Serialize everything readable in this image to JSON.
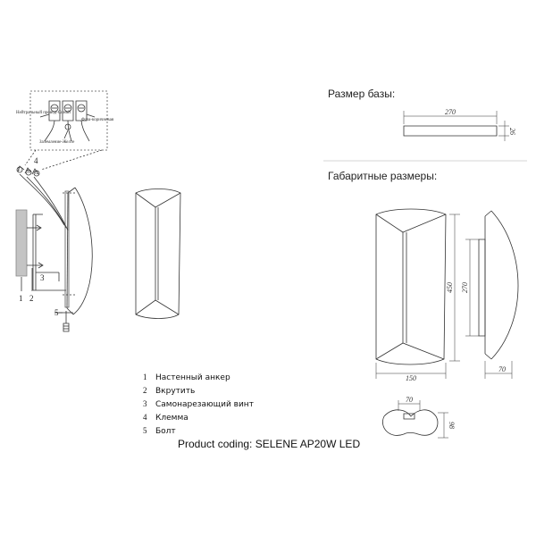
{
  "headings": {
    "base_size": "Размер базы:",
    "overall_dims": "Габаритные размеры:"
  },
  "wiring": {
    "neutral": "Нейтральный провод-Синий",
    "phase": "Фаза-коричневая",
    "ground": "Заземление-Желте",
    "wire_letters": [
      "L",
      "N",
      "G"
    ]
  },
  "callouts": [
    "1",
    "2",
    "3",
    "4",
    "5"
  ],
  "legend": [
    {
      "num": "1",
      "text": "Настенный анкер"
    },
    {
      "num": "2",
      "text": "Вкрутить"
    },
    {
      "num": "3",
      "text": "Самонарезающий винт"
    },
    {
      "num": "4",
      "text": "Клемма"
    },
    {
      "num": "5",
      "text": "Болт"
    }
  ],
  "product_coding": "Product coding: SELENE AP20W LED",
  "dimensions": {
    "base_length": "270",
    "base_thickness": "26",
    "height": "450",
    "width": "150",
    "bracket_height": "270",
    "depth": "70",
    "top_width": "70",
    "top_depth": "98"
  },
  "colors": {
    "line": "#333333",
    "wall_hatch": "#bfbfbf"
  }
}
